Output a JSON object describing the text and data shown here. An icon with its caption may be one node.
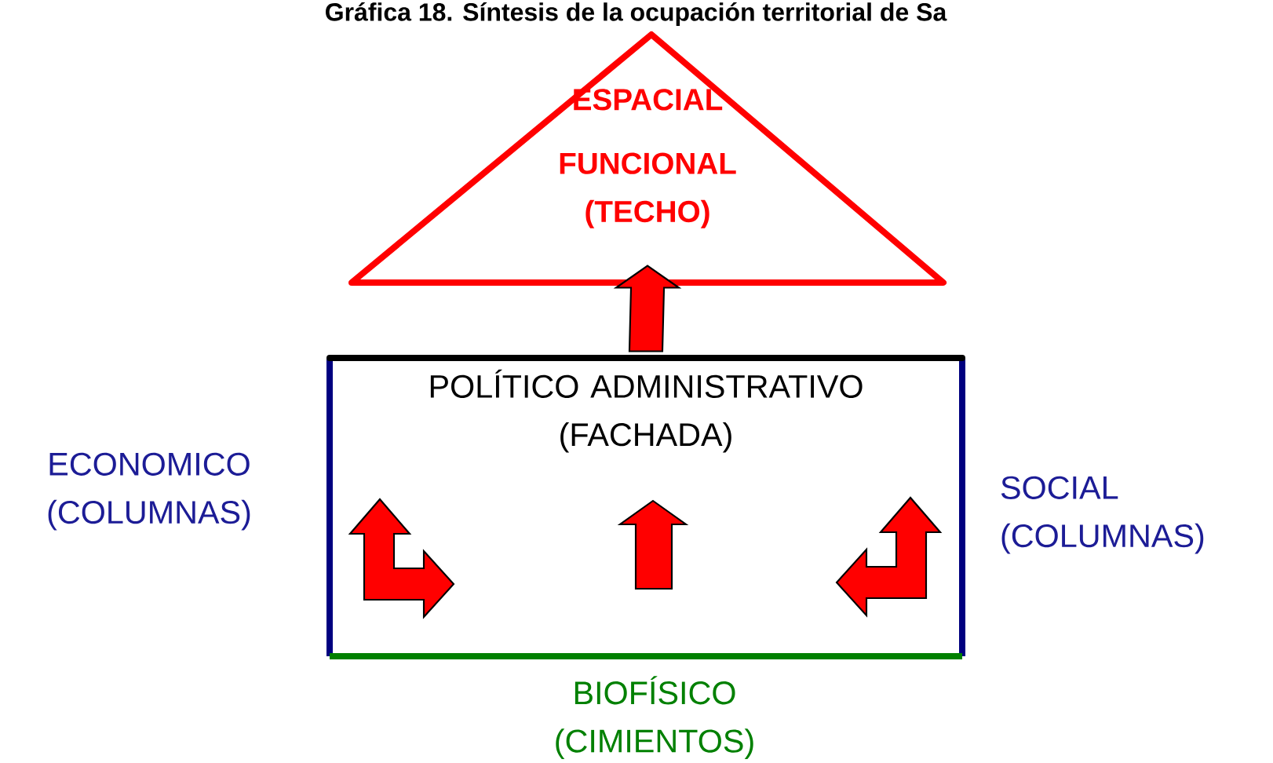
{
  "diagram": {
    "title": "Gráfica 18.  Síntesis de la ocupación territorial de Sa",
    "nodes": [
      {
        "text": [
          "ESPACIAL FUNCIONAL (TECHO)"
        ]
      },
      {
        "text": [
          "POLÍTICO ADMINISTRATIVO (FACHADA)"
        ]
      }
    ],
    "edges": [
      {
        "from": 1,
        "to": 0,
        "arrow": "to"
      }
    ],
    "labels": [
      "ECONOMICO (COLUMNAS)",
      "SOCIAL (COLUMNAS)",
      "BIOFÍSICO (CIMIENTOS)"
    ]
  }
}
